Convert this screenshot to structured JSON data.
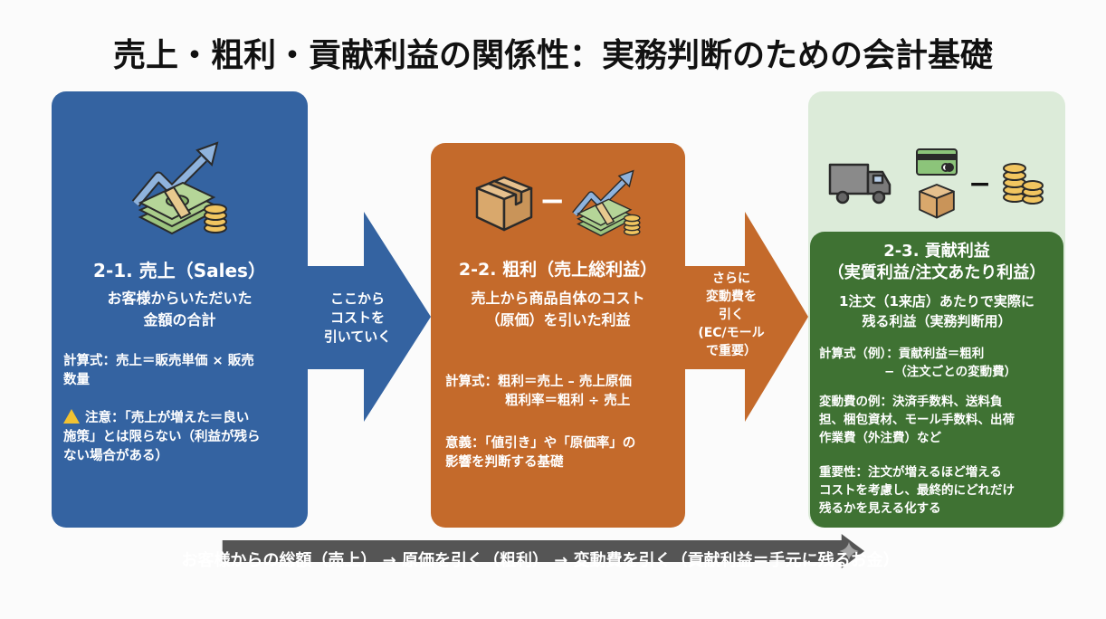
{
  "title": "売上・粗利・貢献利益の関係性：実務判断のための会計基礎",
  "colors": {
    "sales": "#3463a1",
    "gross_profit": "#c46a2b",
    "contribution": "#3f7233",
    "contribution_light": "#dcebd9",
    "flow_bar": "#555555"
  },
  "sales": {
    "icon": "money-stack-growth-icon",
    "heading": "2-1. 売上（Sales）",
    "description": [
      "お客様からいただいた",
      "金額の合計"
    ],
    "formula": [
      "計算式：売上＝販売単価 × 販売",
      "数量"
    ],
    "warning_icon": "warning-icon",
    "warning": [
      "注意：「売上が増えた＝良い",
      "施策」とは限らない（利益が残ら",
      "ない場合がある）"
    ]
  },
  "arrow1": {
    "label": [
      "ここから",
      "コストを",
      "引いていく"
    ]
  },
  "gross_profit": {
    "icons": [
      "box-icon",
      "minus-icon",
      "money-stack-growth-icon"
    ],
    "minus": "−",
    "heading": "2-2. 粗利（売上総利益）",
    "description": [
      "売上から商品自体のコスト",
      "（原価）を引いた利益"
    ],
    "formula_label": "計算式：",
    "formula": [
      "粗利＝売上 – 売上原価",
      "粗利率＝粗利 ÷ 売上"
    ],
    "meaning": [
      "意義：「値引き」や「原価率」の",
      "影響を判断する基礎"
    ]
  },
  "arrow2": {
    "label": [
      "さらに",
      "変動費を",
      "引く",
      "(EC/モール",
      "で重要）"
    ]
  },
  "contribution": {
    "icons": [
      "truck-icon",
      "credit-card-icon",
      "box-icon",
      "minus-icon",
      "coins-icon"
    ],
    "minus": "−",
    "heading": [
      "2-3. 貢献利益",
      "（実質利益/注文あたり利益）"
    ],
    "description": [
      "1注文（1来店）あたりで実際に",
      "残る利益（実務判断用）"
    ],
    "formula": [
      "計算式（例）：貢献利益＝粗利",
      "−（注文ごとの変動費）"
    ],
    "variable_costs": [
      "変動費の例：決済手数料、送料負",
      "担、梱包資材、モール手数料、出荷",
      "作業費（外注費）など"
    ],
    "importance": [
      "重要性：注文が増えるほど増える",
      "コストを考慮し、最終的にどれだけ",
      "残るかを見える化する"
    ]
  },
  "flow": {
    "text": "お客様からの総額（売上） → 原価を引く（粗利） → 変動費を引く（貢献利益＝手元に残るお金）",
    "end_icon": "sparkle-icon"
  }
}
